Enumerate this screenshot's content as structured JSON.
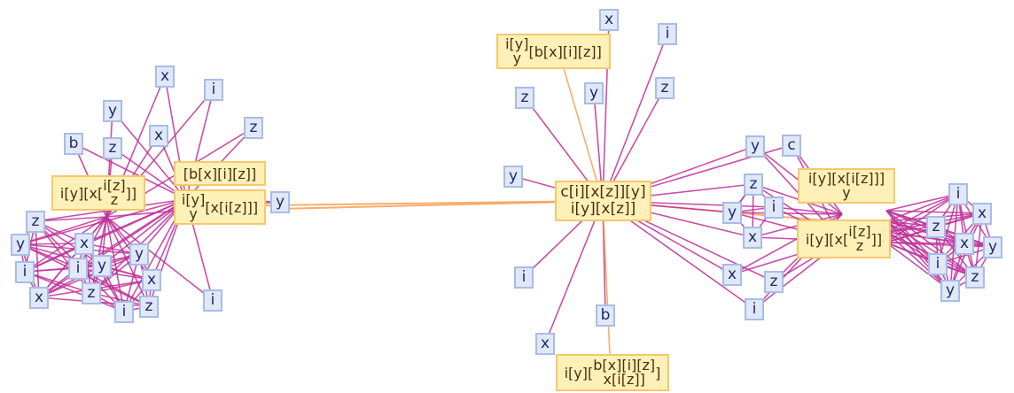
{
  "diagram": {
    "type": "expression-graph",
    "colors": {
      "edge_leaf": "#c0309a",
      "edge_expr": "#f5a050",
      "leaf_fill": "#e0e8f8",
      "leaf_border": "#a8bce8",
      "expr_fill": "#fff0b8",
      "expr_border": "#f5c86a"
    },
    "clusters": {
      "center": {
        "hub": {
          "line1": "c[i][x[z]][y]",
          "line2": "i[y][x[z]]"
        },
        "top_expr": {
          "base": "i[y]",
          "sub": "y",
          "tail": "[b[x][i][z]]"
        },
        "bottom_expr": {
          "pre": "i[y][",
          "top": "b[x][i][z]",
          "bottom": "x[i[z]]",
          "post": "]"
        },
        "leaves": [
          "x",
          "i",
          "z",
          "y",
          "z",
          "y",
          "i",
          "x",
          "b"
        ]
      },
      "right": {
        "expr_back": {
          "text": "i[y][x[i[z]]]",
          "sub": "y"
        },
        "expr_front": {
          "pre": "i[y][x[",
          "top": "i[z]",
          "bottom": "z",
          "post": "]]"
        },
        "near_leaves": [
          "y",
          "c",
          "z",
          "i",
          "y",
          "x",
          "x",
          "z",
          "i"
        ],
        "far_leaves": [
          "i",
          "x",
          "z",
          "x",
          "y",
          "i",
          "z",
          "y"
        ]
      },
      "left": {
        "expr_a": {
          "pre": "i[y][x[",
          "top": "i[z]",
          "bottom": "z",
          "post": "]]"
        },
        "expr_b": {
          "top": "i[y]",
          "bottom": "y",
          "tail": "[x[i[z]]]"
        },
        "expr_c": {
          "pre": "[",
          "top": "b[x][i][z]",
          "post": "]"
        },
        "outer_leaves": [
          "x",
          "i",
          "y",
          "z",
          "b",
          "x",
          "z",
          "y",
          "i"
        ],
        "inner_leaves": [
          "z",
          "y",
          "i",
          "x",
          "x",
          "i",
          "y",
          "y",
          "z",
          "x",
          "i",
          "z"
        ]
      }
    }
  }
}
